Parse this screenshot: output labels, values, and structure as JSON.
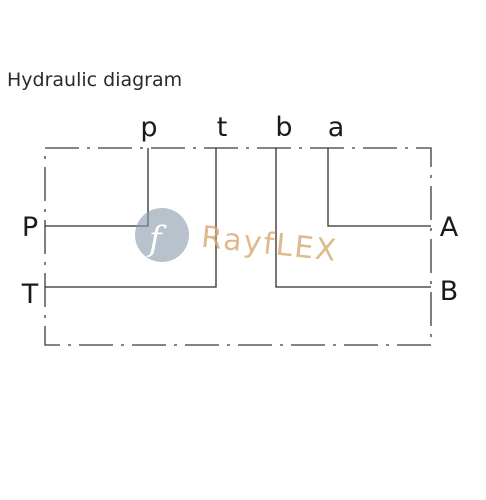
{
  "title": "Hydraulic diagram",
  "ports": {
    "top": [
      "p",
      "t",
      "b",
      "a"
    ],
    "left": [
      "P",
      "T"
    ],
    "right": [
      "A",
      "B"
    ]
  },
  "watermark": {
    "text": "RayfLEX",
    "colors": {
      "letters": "#d9a872",
      "logo": "#8a9aac"
    }
  }
}
